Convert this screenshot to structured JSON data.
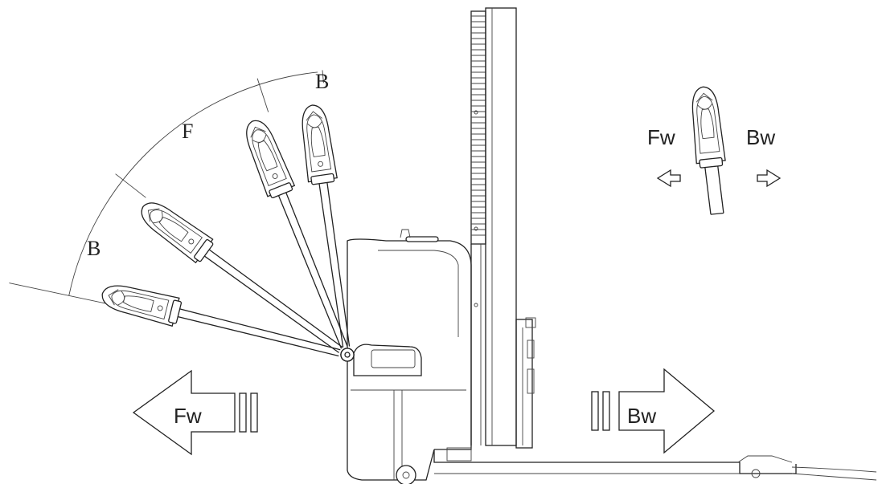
{
  "diagram": {
    "arc_labels": {
      "brake_lower": "B",
      "forward_zone": "F",
      "brake_upper": "B"
    },
    "inset": {
      "left_label": "Fw",
      "right_label": "Bw"
    },
    "arrows": {
      "forward_label": "Fw",
      "backward_label": "Bw"
    },
    "icons": {
      "handle": "tiller-handle-icon",
      "forward_arrow": "left-arrow-icon",
      "backward_arrow": "right-arrow-icon",
      "machine": "stacker-truck-icon"
    },
    "colors": {
      "line": "#222222",
      "background": "#ffffff"
    }
  }
}
